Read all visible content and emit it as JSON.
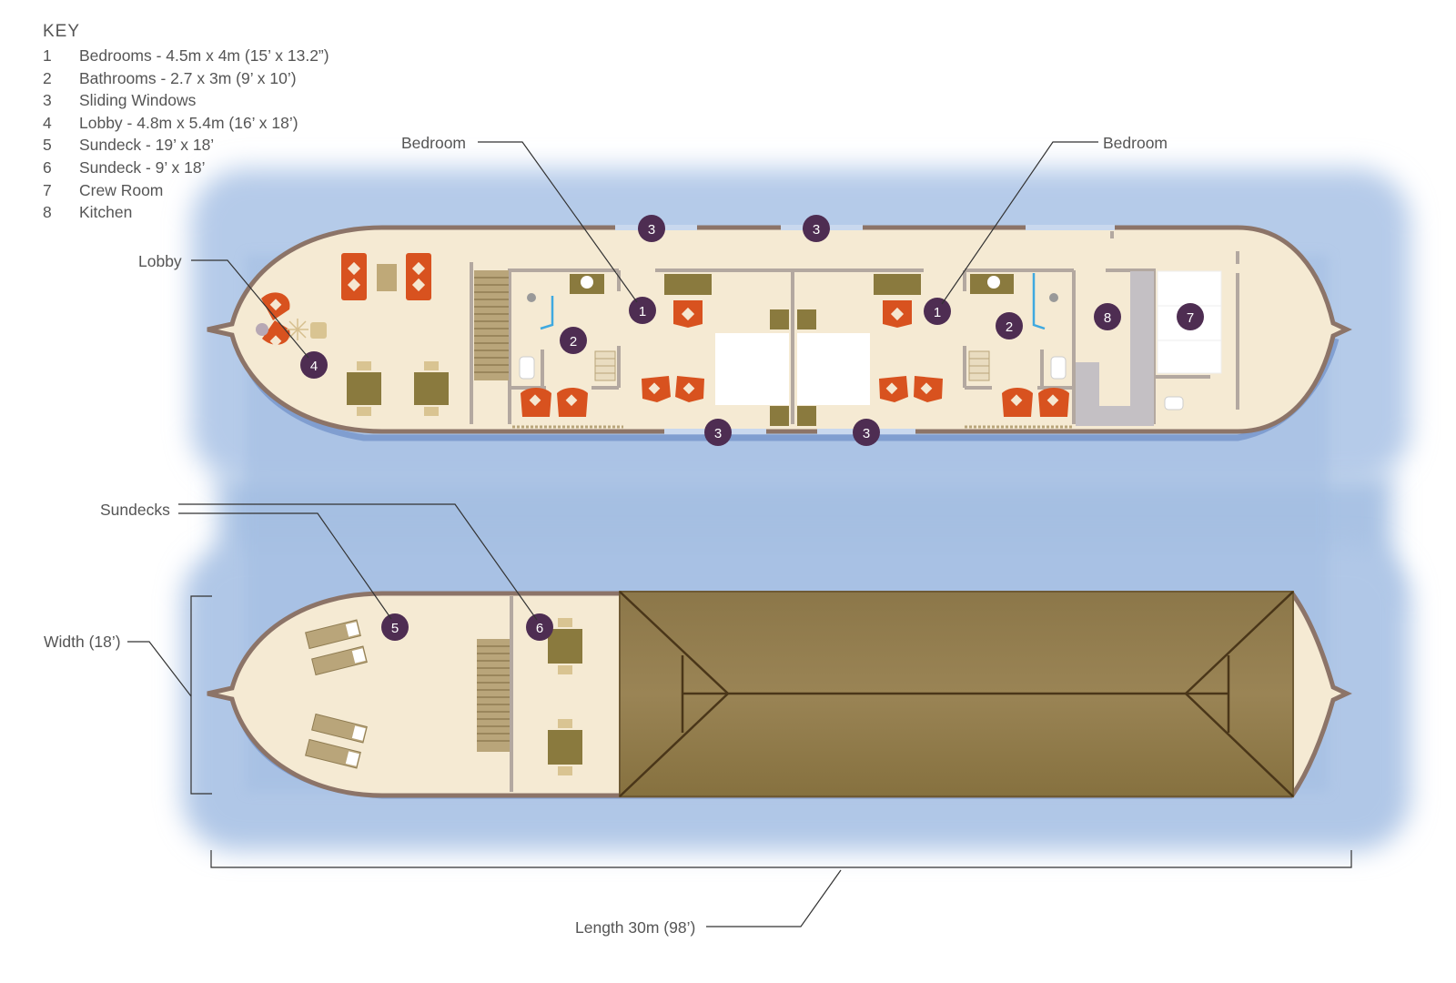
{
  "key": {
    "title": "KEY",
    "items": [
      {
        "num": "1",
        "text": "Bedrooms - 4.5m x 4m (15’ x 13.2”)"
      },
      {
        "num": "2",
        "text": "Bathrooms - 2.7 x 3m (9’ x 10’)"
      },
      {
        "num": "3",
        "text": "Sliding Windows"
      },
      {
        "num": "4",
        "text": "Lobby - 4.8m x 5.4m (16’ x 18’)"
      },
      {
        "num": "5",
        "text": "Sundeck - 19’ x 18’"
      },
      {
        "num": "6",
        "text": "Sundeck - 9’ x 18’"
      },
      {
        "num": "7",
        "text": "Crew Room"
      },
      {
        "num": "8",
        "text": "Kitchen"
      }
    ]
  },
  "callouts": {
    "bedroom_left": "Bedroom",
    "bedroom_right": "Bedroom",
    "lobby": "Lobby",
    "sundecks": "Sundecks",
    "width": "Width (18’)",
    "length": "Length 30m (98’)"
  },
  "markers": {
    "window_top_a": "3",
    "window_top_b": "3",
    "window_bottom_a": "3",
    "window_bottom_b": "3",
    "bedroom_left": "1",
    "bedroom_right": "1",
    "bathroom_left": "2",
    "bathroom_right": "2",
    "lobby": "4",
    "kitchen": "8",
    "crew_room": "7",
    "sundeck_large": "5",
    "sundeck_small": "6"
  },
  "colors": {
    "water": "#a9c2e4",
    "floor": "#f5ead3",
    "hull": "#8c7468",
    "marker": "#4e2d52",
    "chair": "#d8521f",
    "table": "#8a7a3e",
    "roof": "#8f7a4c"
  }
}
